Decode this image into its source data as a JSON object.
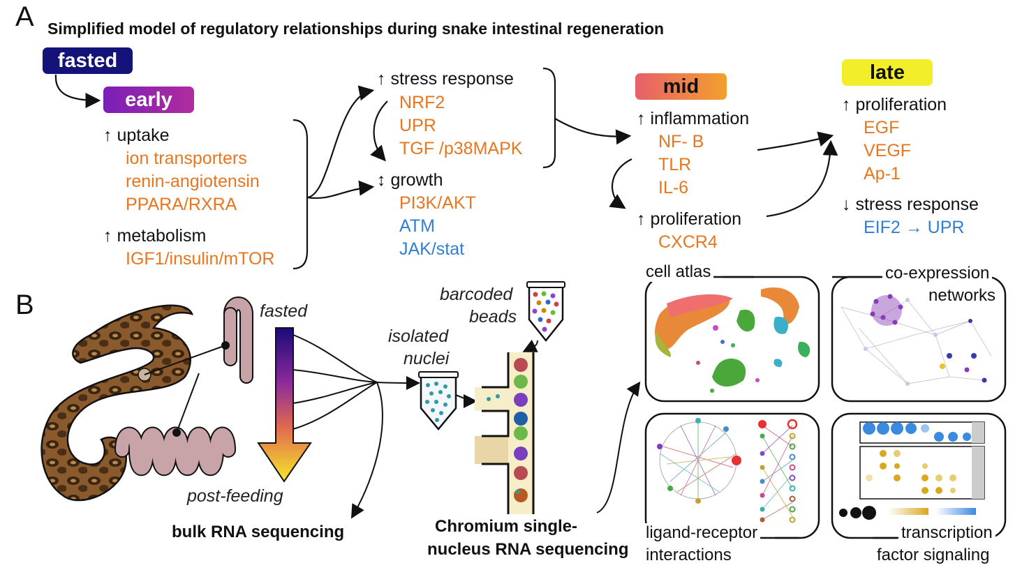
{
  "panel_a": {
    "letter": "A",
    "title": "Simplified model of regulatory relationships during snake intestinal regeneration",
    "stages": {
      "fasted": "fasted",
      "early": "early",
      "mid": "mid",
      "late": "late"
    },
    "early": {
      "uptake": "↑ uptake",
      "uptake_items": [
        "ion transporters",
        "renin-angiotensin",
        "PPARA/RXRA"
      ],
      "metabolism": "↑ metabolism",
      "metabolism_items": [
        "IGF1/insulin/mTOR"
      ]
    },
    "middle": {
      "stress": "↑ stress response",
      "stress_items": [
        "NRF2",
        "UPR",
        "TGF /p38MAPK"
      ],
      "growth": "↕ growth",
      "growth_orange": [
        "PI3K/AKT"
      ],
      "growth_blue": [
        "ATM",
        "JAK/stat"
      ]
    },
    "mid": {
      "inflammation": "↑ inflammation",
      "inflammation_items": [
        "NF- B",
        "TLR",
        "IL-6"
      ],
      "proliferation": "↑ proliferation",
      "proliferation_items": [
        "CXCR4"
      ]
    },
    "late": {
      "proliferation": "↑ proliferation",
      "proliferation_items": [
        "EGF",
        "VEGF",
        "Ap-1"
      ],
      "stress": "↓ stress response",
      "stress_items": [
        "EIF2 → UPR"
      ]
    }
  },
  "panel_b": {
    "letter": "B",
    "fasted": "fasted",
    "post_feeding": "post-feeding",
    "bulk": "bulk RNA sequencing",
    "isolated_nuclei": [
      "isolated",
      "nuclei"
    ],
    "barcoded_beads": [
      "barcoded",
      "beads"
    ],
    "chromium": [
      "Chromium single-",
      "nucleus RNA sequencing"
    ],
    "boxes": {
      "cell_atlas": "cell atlas",
      "coexpression": [
        "co-expression",
        "networks"
      ],
      "ligand": [
        "ligand-receptor",
        "interactions"
      ],
      "tf": [
        "transcription",
        "factor signaling"
      ]
    }
  },
  "colors": {
    "orange": "#e8761f",
    "blue": "#2f7fd6",
    "fasted_bg": "#14137a",
    "early_bg": "#8a22b5",
    "late_bg": "#f2ef2a"
  }
}
